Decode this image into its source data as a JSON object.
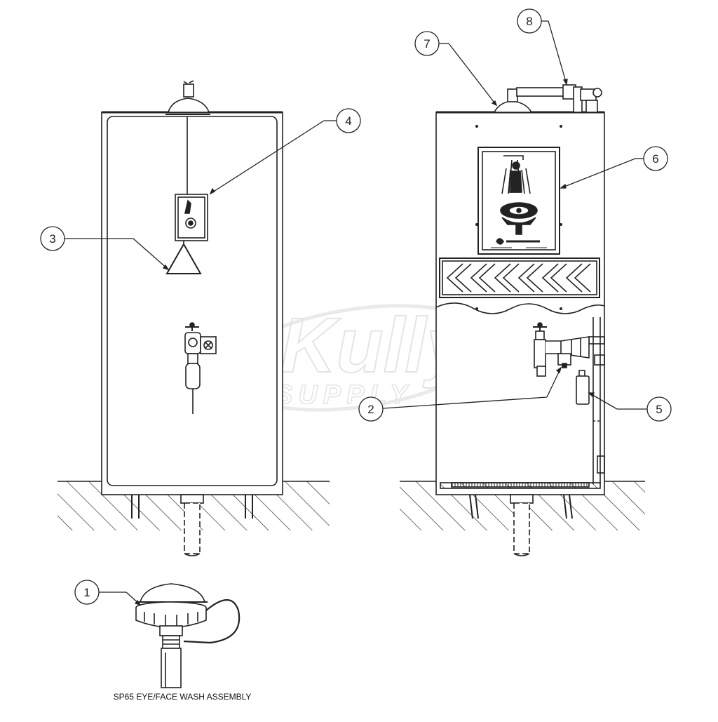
{
  "caption": "SP65 EYE/FACE WASH ASSEMBLY",
  "watermark": {
    "top": "Kully",
    "bottom": "SUPPLY"
  },
  "callouts": [
    "1",
    "2",
    "3",
    "4",
    "5",
    "6",
    "7",
    "8"
  ],
  "colors": {
    "line": "#222222",
    "watermark": "#d9d9d9",
    "background": "#ffffff"
  }
}
